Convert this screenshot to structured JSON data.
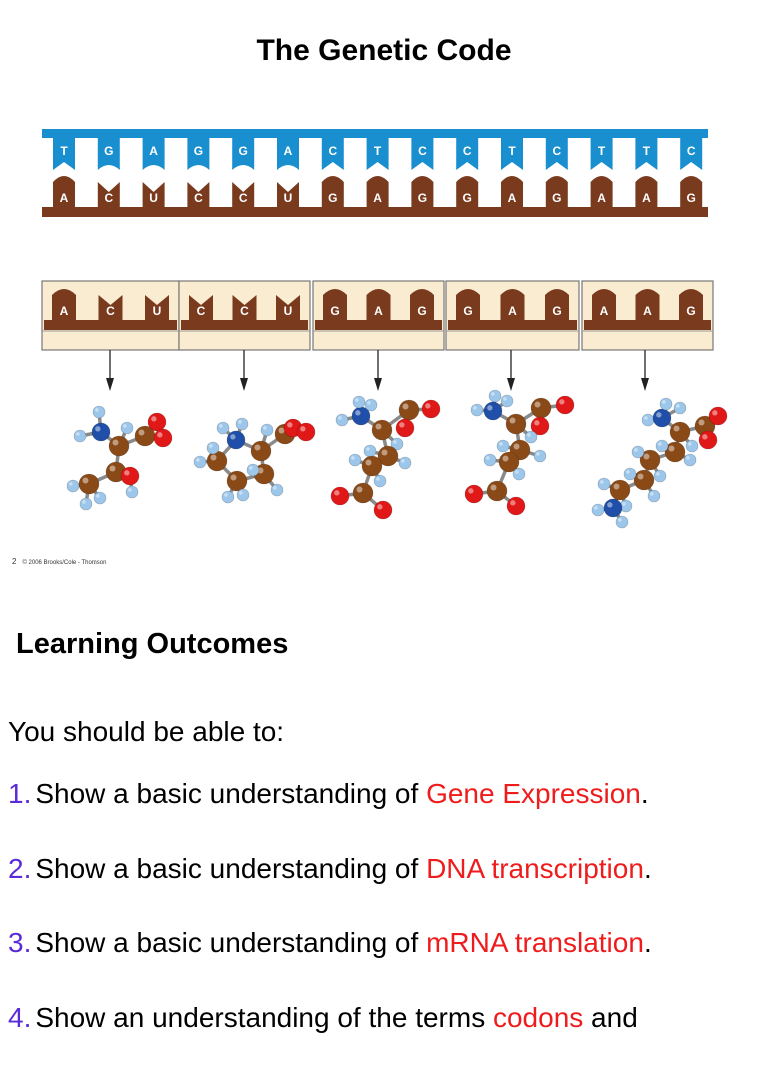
{
  "title": "The Genetic Code",
  "figure": {
    "dna_strand": [
      "T",
      "G",
      "A",
      "G",
      "G",
      "A",
      "C",
      "T",
      "C",
      "C",
      "T",
      "C",
      "T",
      "T",
      "C"
    ],
    "mrna_strand": [
      "A",
      "C",
      "U",
      "C",
      "C",
      "U",
      "G",
      "A",
      "G",
      "G",
      "A",
      "G",
      "A",
      "A",
      "G"
    ],
    "codons": [
      [
        "A",
        "C",
        "U"
      ],
      [
        "C",
        "C",
        "U"
      ],
      [
        "G",
        "A",
        "G"
      ],
      [
        "G",
        "A",
        "G"
      ],
      [
        "A",
        "A",
        "G"
      ]
    ],
    "copyright_num": "2",
    "copyright": "© 2006 Brooks/Cole - Thomson",
    "colors": {
      "dna": "#1a8fd0",
      "mrna": "#7a3a1e",
      "carbon": "#8a4a18",
      "nitrogen": "#1f4fa8",
      "oxygen": "#e01818",
      "hydrogen": "#9cc6ea"
    }
  },
  "section_title": "Learning Outcomes",
  "intro": "You should be able to:",
  "outcomes": [
    {
      "num": "1.",
      "pre": "Show a basic understanding of ",
      "hl": "Gene Expression",
      "post": "."
    },
    {
      "num": "2.",
      "pre": "Show a basic understanding of ",
      "hl": "DNA transcription",
      "post": "."
    },
    {
      "num": "3.",
      "pre": "Show a basic understanding of ",
      "hl": "mRNA translation",
      "post": "."
    },
    {
      "num": "4.",
      "pre": "Show an understanding of the terms ",
      "hl": "codons",
      "post": " and"
    }
  ]
}
